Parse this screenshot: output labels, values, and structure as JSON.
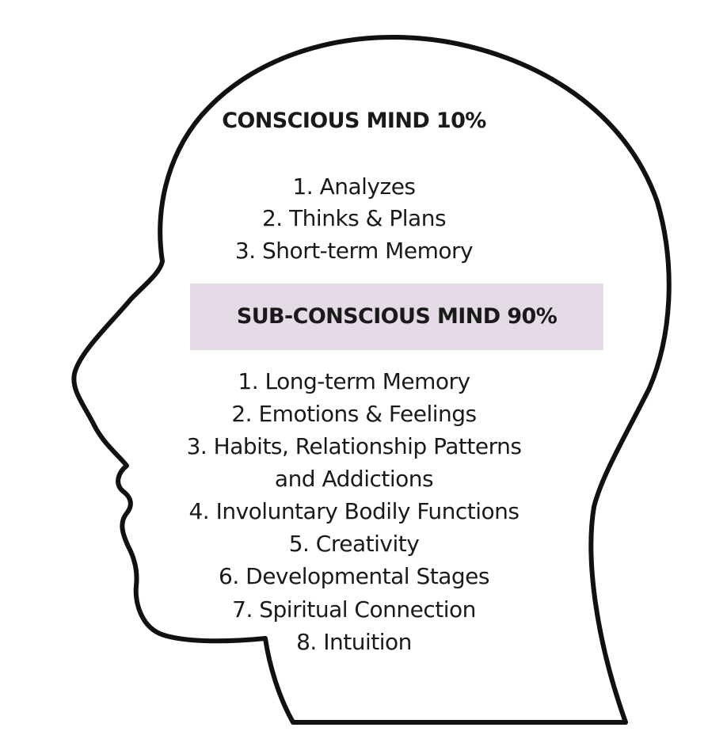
{
  "conscious": {
    "title": "CONSCIOUS MIND 10%",
    "items": [
      "1. Analyzes",
      "2. Thinks & Plans",
      "3. Short-term Memory"
    ]
  },
  "subconscious": {
    "title": "SUB-CONSCIOUS MIND 90%",
    "band_color": "#e4dbe6",
    "items": [
      "1. Long-term Memory",
      "2. Emotions & Feelings",
      "3. Habits, Relationship Patterns",
      "and Addictions",
      "4. Involuntary Bodily Functions",
      "5. Creativity",
      "6. Developmental Stages",
      "7. Spiritual Connection",
      "8. Intuition"
    ]
  },
  "colors": {
    "outline": "#111111",
    "text": "#1a1a1a"
  }
}
